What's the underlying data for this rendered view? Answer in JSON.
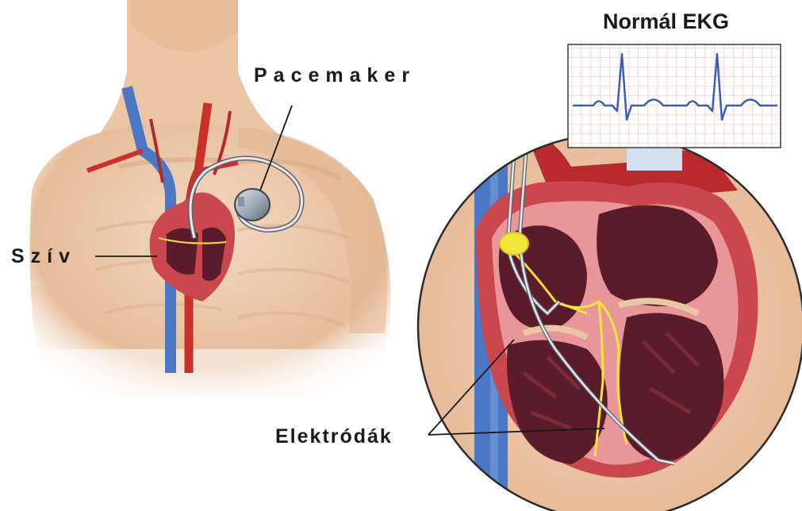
{
  "labels": {
    "pacemaker": "Pacemaker",
    "heart": "Szív",
    "electrodes": "Elektródák",
    "ekg_title": "Normál EKG"
  },
  "colors": {
    "skin": "#edc9a8",
    "skin_shadow": "#d9aa86",
    "artery": "#c8302a",
    "vein": "#4a78c6",
    "heart_muscle": "#c9474d",
    "chamber": "#5a1c2a",
    "conduction": "#f2e53a",
    "ekg_trace": "#3b5fb0",
    "ekg_grid": "#f0bcbc",
    "lead_wire": "#e8e8ee"
  },
  "icons": [
    "pacemaker-device-icon",
    "heart-icon",
    "sinus-node-icon"
  ]
}
